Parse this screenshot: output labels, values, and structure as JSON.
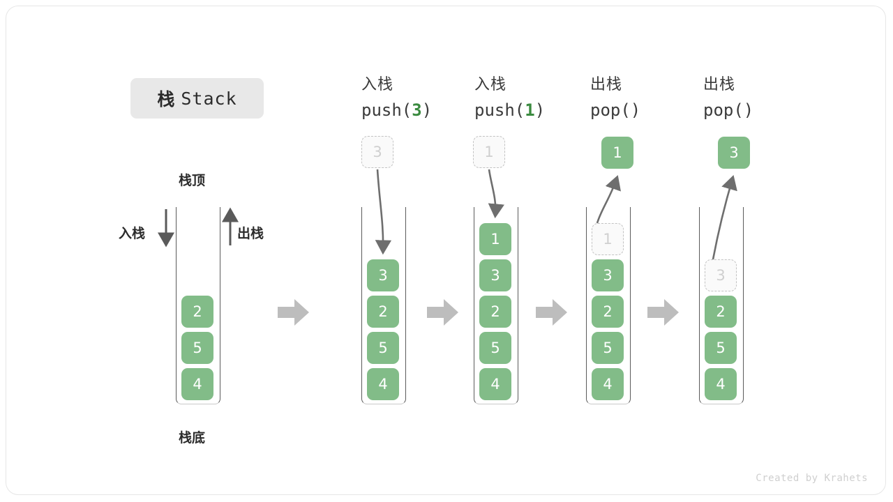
{
  "figure": {
    "title_cn": "栈",
    "title_en": "Stack",
    "credit": "Created by Krahets"
  },
  "labels": {
    "top": "栈顶",
    "bottom": "栈底",
    "push_side": "入栈",
    "pop_side": "出栈"
  },
  "steps": [
    {
      "id": "initial",
      "op_cn": "",
      "op_code_prefix": "",
      "op_arg": "",
      "op_code_suffix": "",
      "cells": [
        "2",
        "5",
        "4"
      ],
      "ghost_in_stack": "",
      "floating_value": "",
      "floating_kind": ""
    },
    {
      "id": "push-3",
      "op_cn": "入栈",
      "op_code_prefix": "push(",
      "op_arg": "3",
      "op_code_suffix": ")",
      "cells": [
        "3",
        "2",
        "5",
        "4"
      ],
      "ghost_in_stack": "",
      "floating_value": "3",
      "floating_kind": "ghost"
    },
    {
      "id": "push-1",
      "op_cn": "入栈",
      "op_code_prefix": "push(",
      "op_arg": "1",
      "op_code_suffix": ")",
      "cells": [
        "1",
        "3",
        "2",
        "5",
        "4"
      ],
      "ghost_in_stack": "",
      "floating_value": "1",
      "floating_kind": "ghost"
    },
    {
      "id": "pop-1",
      "op_cn": "出栈",
      "op_code_prefix": "pop(",
      "op_arg": "",
      "op_code_suffix": ")",
      "cells": [
        "3",
        "2",
        "5",
        "4"
      ],
      "ghost_in_stack": "1",
      "floating_value": "1",
      "floating_kind": "solid"
    },
    {
      "id": "pop-3",
      "op_cn": "出栈",
      "op_code_prefix": "pop(",
      "op_arg": "",
      "op_code_suffix": ")",
      "cells": [
        "2",
        "5",
        "4"
      ],
      "ghost_in_stack": "3",
      "floating_value": "3",
      "floating_kind": "solid"
    }
  ],
  "colors": {
    "element_green": "#82bc88",
    "accent_green": "#3a8a3f",
    "tube_wall": "#5a5a5a",
    "ghost_border": "#c2c2c2",
    "arrow_gray": "#bdbdbd",
    "curve_gray": "#6e6e6e",
    "chip_bg": "#e8e8e8"
  },
  "flow_arrows": [
    "step-arrow-1",
    "step-arrow-2",
    "step-arrow-3",
    "step-arrow-4"
  ]
}
